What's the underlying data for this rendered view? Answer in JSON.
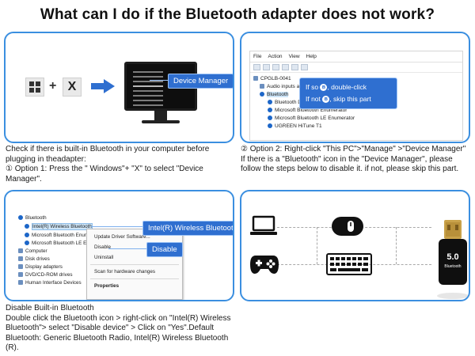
{
  "title": "What can I do if the Bluetooth adapter does not work?",
  "panel1": {
    "plus": "+",
    "x_key": "X",
    "device_manager_label": "Device Manager"
  },
  "caption1": "Check if there is built-in Bluetooth in your computer before plugging in theadapter:\n① Option 1: Press the \" Windows\"+ \"X\" to select \"Device Manager\".",
  "panel2": {
    "menu": [
      "File",
      "Action",
      "View",
      "Help"
    ],
    "root": "CPGLB-0041",
    "rows": [
      "Audio inputs and outputs",
      "Bluetooth",
      "Bluetooth Device (RFCOMM Protocol TDI)",
      "Microsoft Bluetooth Enumerator",
      "Microsoft Bluetooth LE Enumerator",
      "UGREEN HiTune T1"
    ],
    "tooltip_line1_pre": "If so",
    "tooltip_line1_post": ", double-click",
    "tooltip_line2_pre": "If not",
    "tooltip_line2_post": ", skip this part"
  },
  "caption2": "② Option 2: Right-click \"This PC\">\"Manage\" >\"Device Manager\" If there is a \"Bluetooth\" icon in the \"Device Manager\", please follow the steps below to disable it. if not, please skip this part.",
  "panel3": {
    "rows": [
      "Bluetooth",
      "Intel(R) Wireless Bluetooth",
      "Microsoft Bluetooth Enumerator",
      "Microsoft Bluetooth LE Enumerator",
      "Computer",
      "Disk drives",
      "Display adapters",
      "DVD/CD-ROM drives",
      "Human Interface Devices"
    ],
    "context_menu": [
      "Update Driver Software...",
      "Disable",
      "Uninstall",
      "Scan for hardware changes",
      "Properties"
    ],
    "intel_badge": "Intel(R) Wireless Bluetooth",
    "disable_badge": "Disable"
  },
  "caption3": {
    "line1": "Disable Built-in Bluetooth",
    "line2": "Double click the Bluetooth icon > right-click on \"Intel(R) Wireless Bluetooth\"> select \"Disable device\" > Click on \"Yes\".Default Bluetooth: Generic Bluetooth Radio, Intel(R) Wireless Bluetooth (R)."
  },
  "panel4": {
    "dongle_version": "5.0",
    "dongle_label": "Bluetooth",
    "devices": [
      "laptop-icon",
      "mouse-icon",
      "gamepad-icon",
      "keyboard-icon"
    ]
  },
  "colors": {
    "accent_blue": "#2f6fd0",
    "panel_border": "#3b8fe0"
  }
}
